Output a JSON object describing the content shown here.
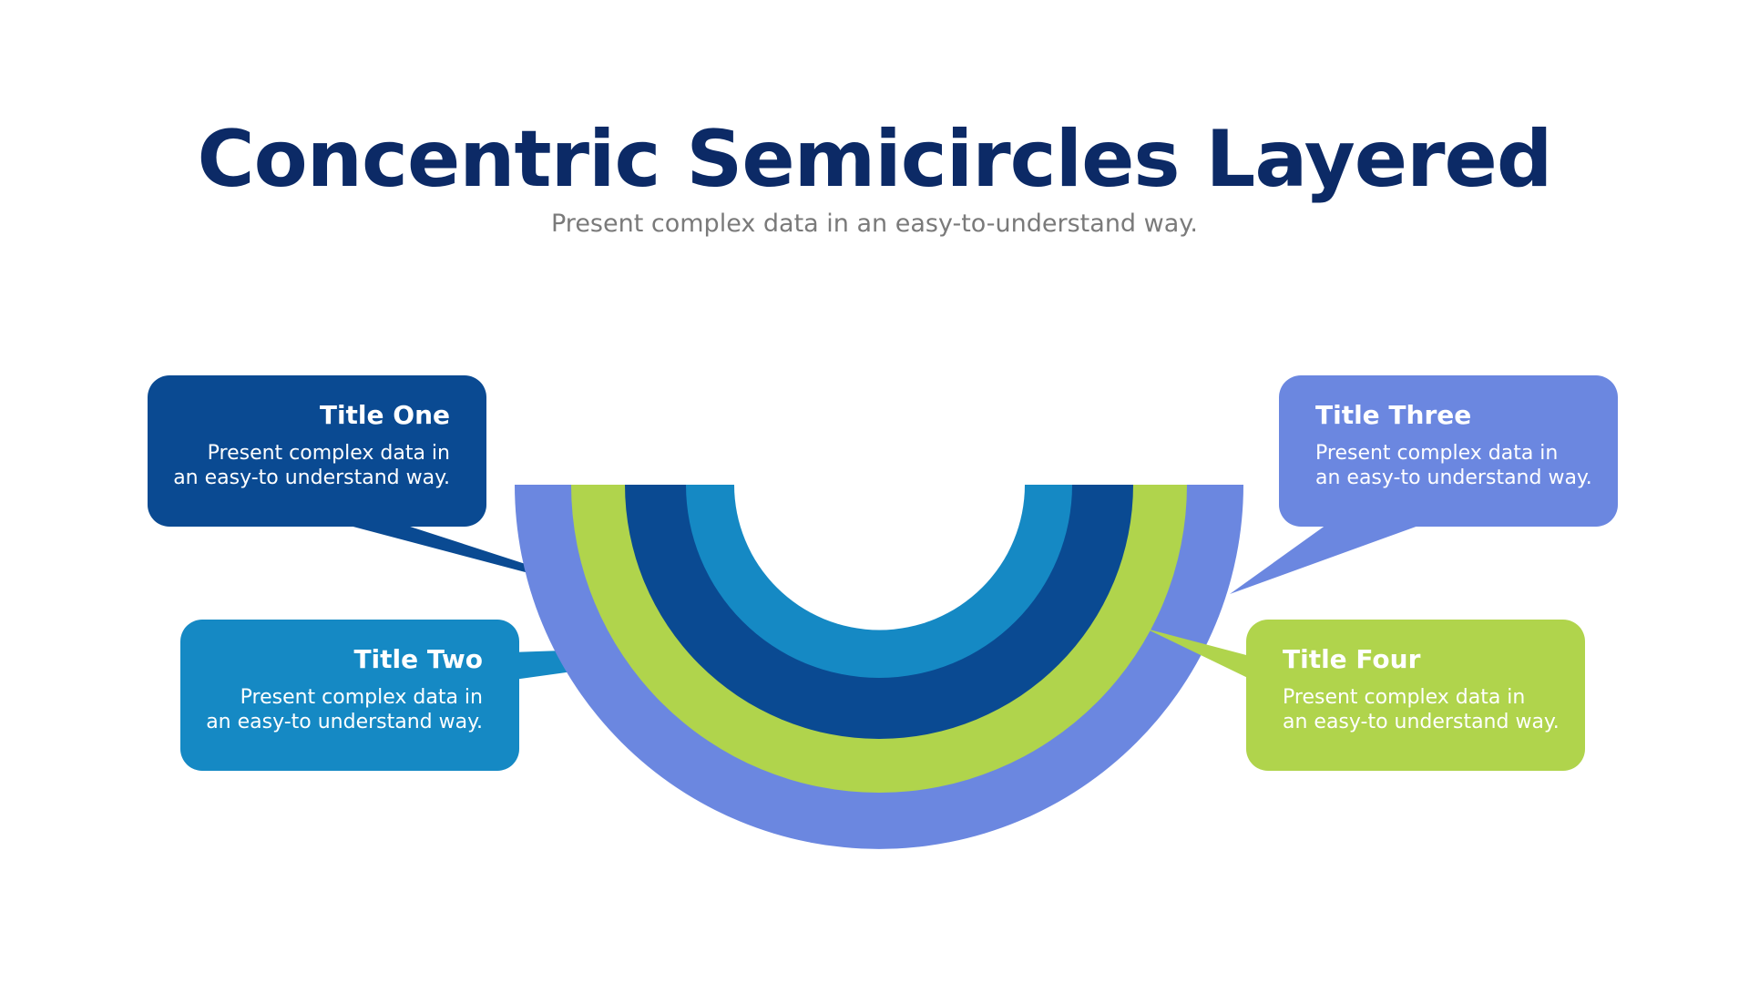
{
  "header": {
    "title": "Concentric Semicircles Layered",
    "subtitle": "Present complex data in an easy-to-understand way."
  },
  "colors": {
    "title": "#0c2a66",
    "subtitle": "#7a7a7a",
    "ring_outer": "#6b87e0",
    "ring_second": "#b0d44c",
    "ring_third": "#0a4a92",
    "ring_inner": "#1589c4"
  },
  "items": [
    {
      "title": "Title One",
      "text_line1": "Present complex data in",
      "text_line2": "an easy-to understand way.",
      "color": "#0a4a92"
    },
    {
      "title": "Title Two",
      "text_line1": "Present complex data in",
      "text_line2": "an easy-to understand way.",
      "color": "#1589c4"
    },
    {
      "title": "Title Three",
      "text_line1": "Present complex data in",
      "text_line2": "an easy-to understand way.",
      "color": "#6b87e0"
    },
    {
      "title": "Title Four",
      "text_line1": "Present complex data in",
      "text_line2": "an easy-to understand way.",
      "color": "#b0d44c"
    }
  ]
}
